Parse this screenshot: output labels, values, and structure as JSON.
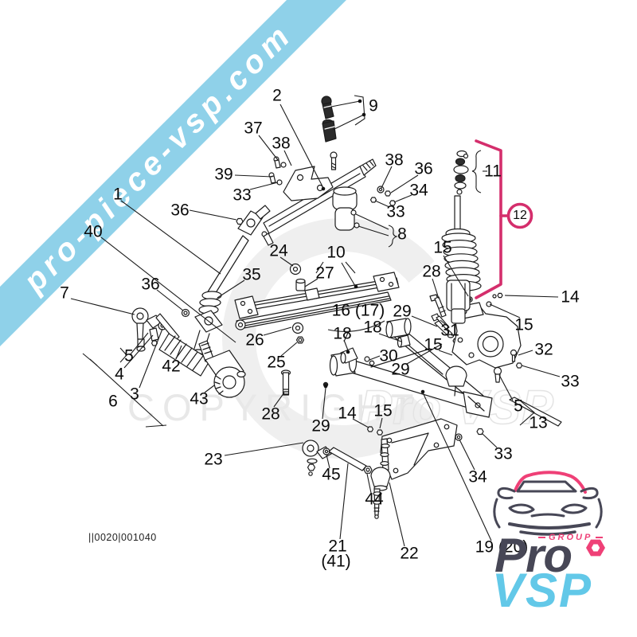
{
  "site": {
    "banner_text": "pro-piece-vsp.com",
    "watermark_line": "COPYRIGHT",
    "watermark_brand": "Pro VSP",
    "doc_code": "||0020|001040"
  },
  "logo": {
    "group_label": "GROUP",
    "brand_top": "Pro",
    "brand_bottom": "VSP",
    "hexnut_icon": "hex-nut",
    "car_icon": "car-front-outline"
  },
  "colors": {
    "banner_blue": "#8fd1e9",
    "highlight_pink": "#d42e6c",
    "logo_pink": "#ef4077",
    "logo_navy": "#474756",
    "logo_cyan": "#62c8e8",
    "line_black": "#1b1b1b",
    "watermark_gray": "#e8e8e8"
  },
  "diagram": {
    "highlight_ref": "12",
    "labels": [
      "2",
      "9",
      "37",
      "38",
      "39",
      "33",
      "36",
      "38",
      "36",
      "34",
      "33",
      "8",
      "11",
      "12",
      "15",
      "28",
      "14",
      "15",
      "1",
      "40",
      "24",
      "10",
      "27",
      "35",
      "36",
      "7",
      "16 (17)",
      "29",
      "18",
      "18",
      "26",
      "25",
      "30",
      "29",
      "31",
      "15",
      "32",
      "33",
      "5",
      "13",
      "33",
      "34",
      "5",
      "4",
      "3",
      "6",
      "42",
      "43",
      "28",
      "29",
      "14",
      "15",
      "23",
      "45",
      "44",
      "21",
      "(41)",
      "22",
      "19 (20)"
    ]
  }
}
